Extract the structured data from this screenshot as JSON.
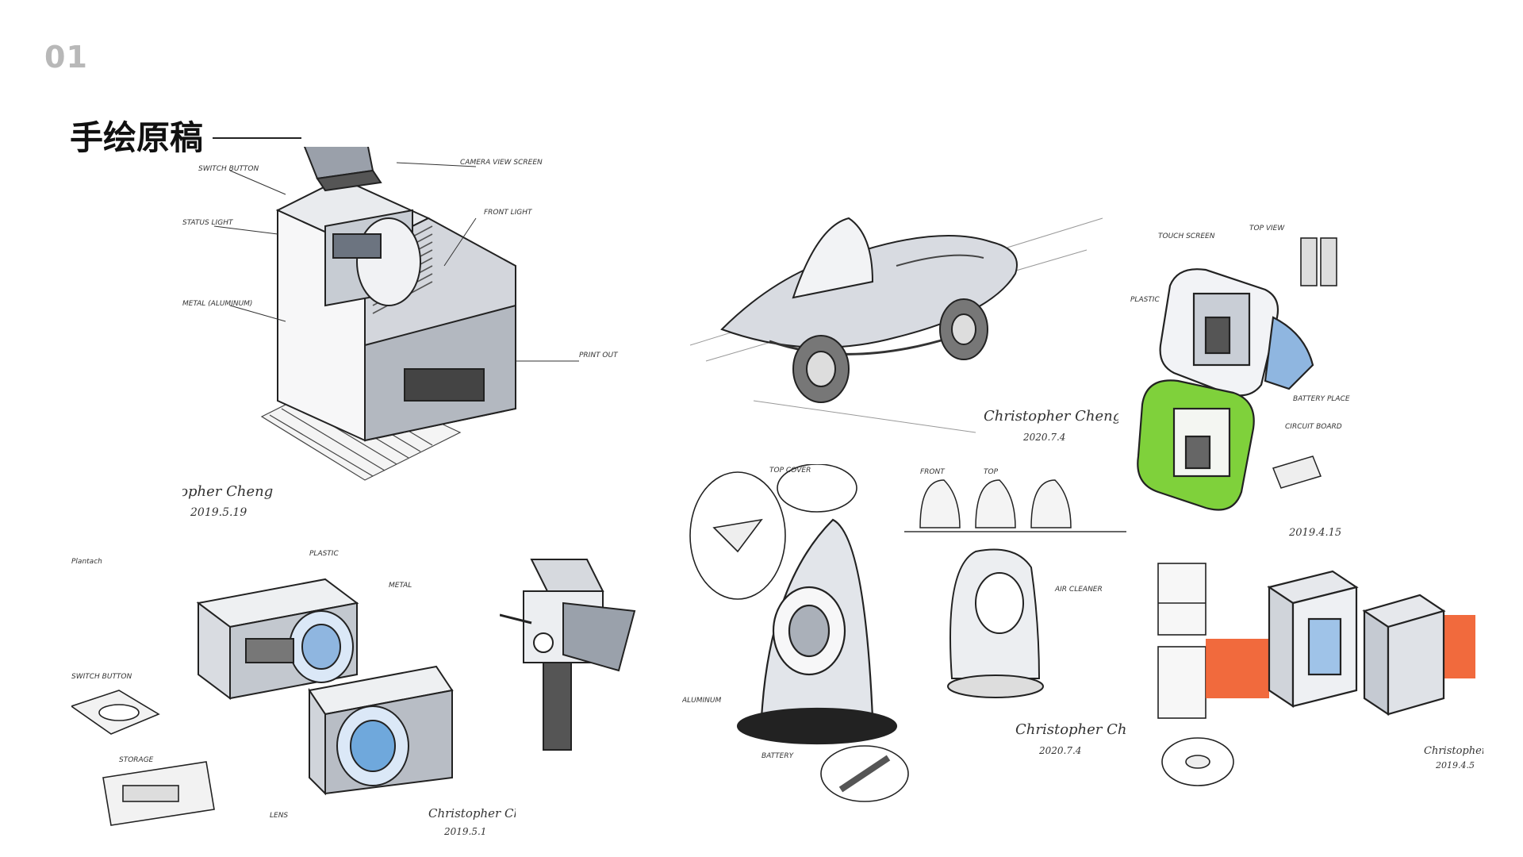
{
  "page": {
    "number": "01",
    "title": "手绘原稿"
  },
  "sketches": {
    "projector_main": {
      "subject": "3D printer / projector with camera view screen",
      "signature": "Christopher Cheng",
      "date": "2019.5.19",
      "annotations": [
        "SWITCH BUTTON",
        "CAMERA VIEW SCREEN",
        "FRONT LIGHT",
        "STATUS LIGHT",
        "METAL (ALUMINUM)",
        "PRINT OUT"
      ]
    },
    "projector_variants": {
      "subject": "Projector exploded views",
      "signature": "Christopher Chen",
      "date": "2019.5.1",
      "annotations": [
        "Plantach",
        "SWITCH BUTTON",
        "STORAGE",
        "PLASTIC",
        "METAL",
        "LENS"
      ]
    },
    "camera_small": {
      "subject": "Camera detail sketch"
    },
    "vehicle": {
      "subject": "Concept vehicle sketch",
      "signature": "Christopher Cheng",
      "date": "2020.7.4"
    },
    "air_cleaner": {
      "subject": "Air cleaner concept",
      "signature": "Christopher Cheng",
      "date": "2020.7.4",
      "annotations": [
        "TOP COVER",
        "FRONT",
        "TOP",
        "AIR CLEANER",
        "ALUMINUM",
        "BATTERY"
      ]
    },
    "device_green": {
      "subject": "Portable device with green shell",
      "date": "2019.4.15",
      "annotations": [
        "TOUCH SCREEN",
        "TOP VIEW",
        "PLASTIC",
        "CIRCUIT BOARD",
        "BATTERY PLACE"
      ]
    },
    "cabinet_orange": {
      "subject": "Cabinet concepts with orange marker accents",
      "signature": "Christopher Cheng",
      "date": "2019.4.5"
    }
  },
  "colors": {
    "page_number": "#b8b8b8",
    "title": "#111111",
    "accent_green": "#7fd13b",
    "accent_orange": "#f05a28",
    "accent_blue": "#6fa8dc",
    "marker_gray": "#8a8f98"
  }
}
